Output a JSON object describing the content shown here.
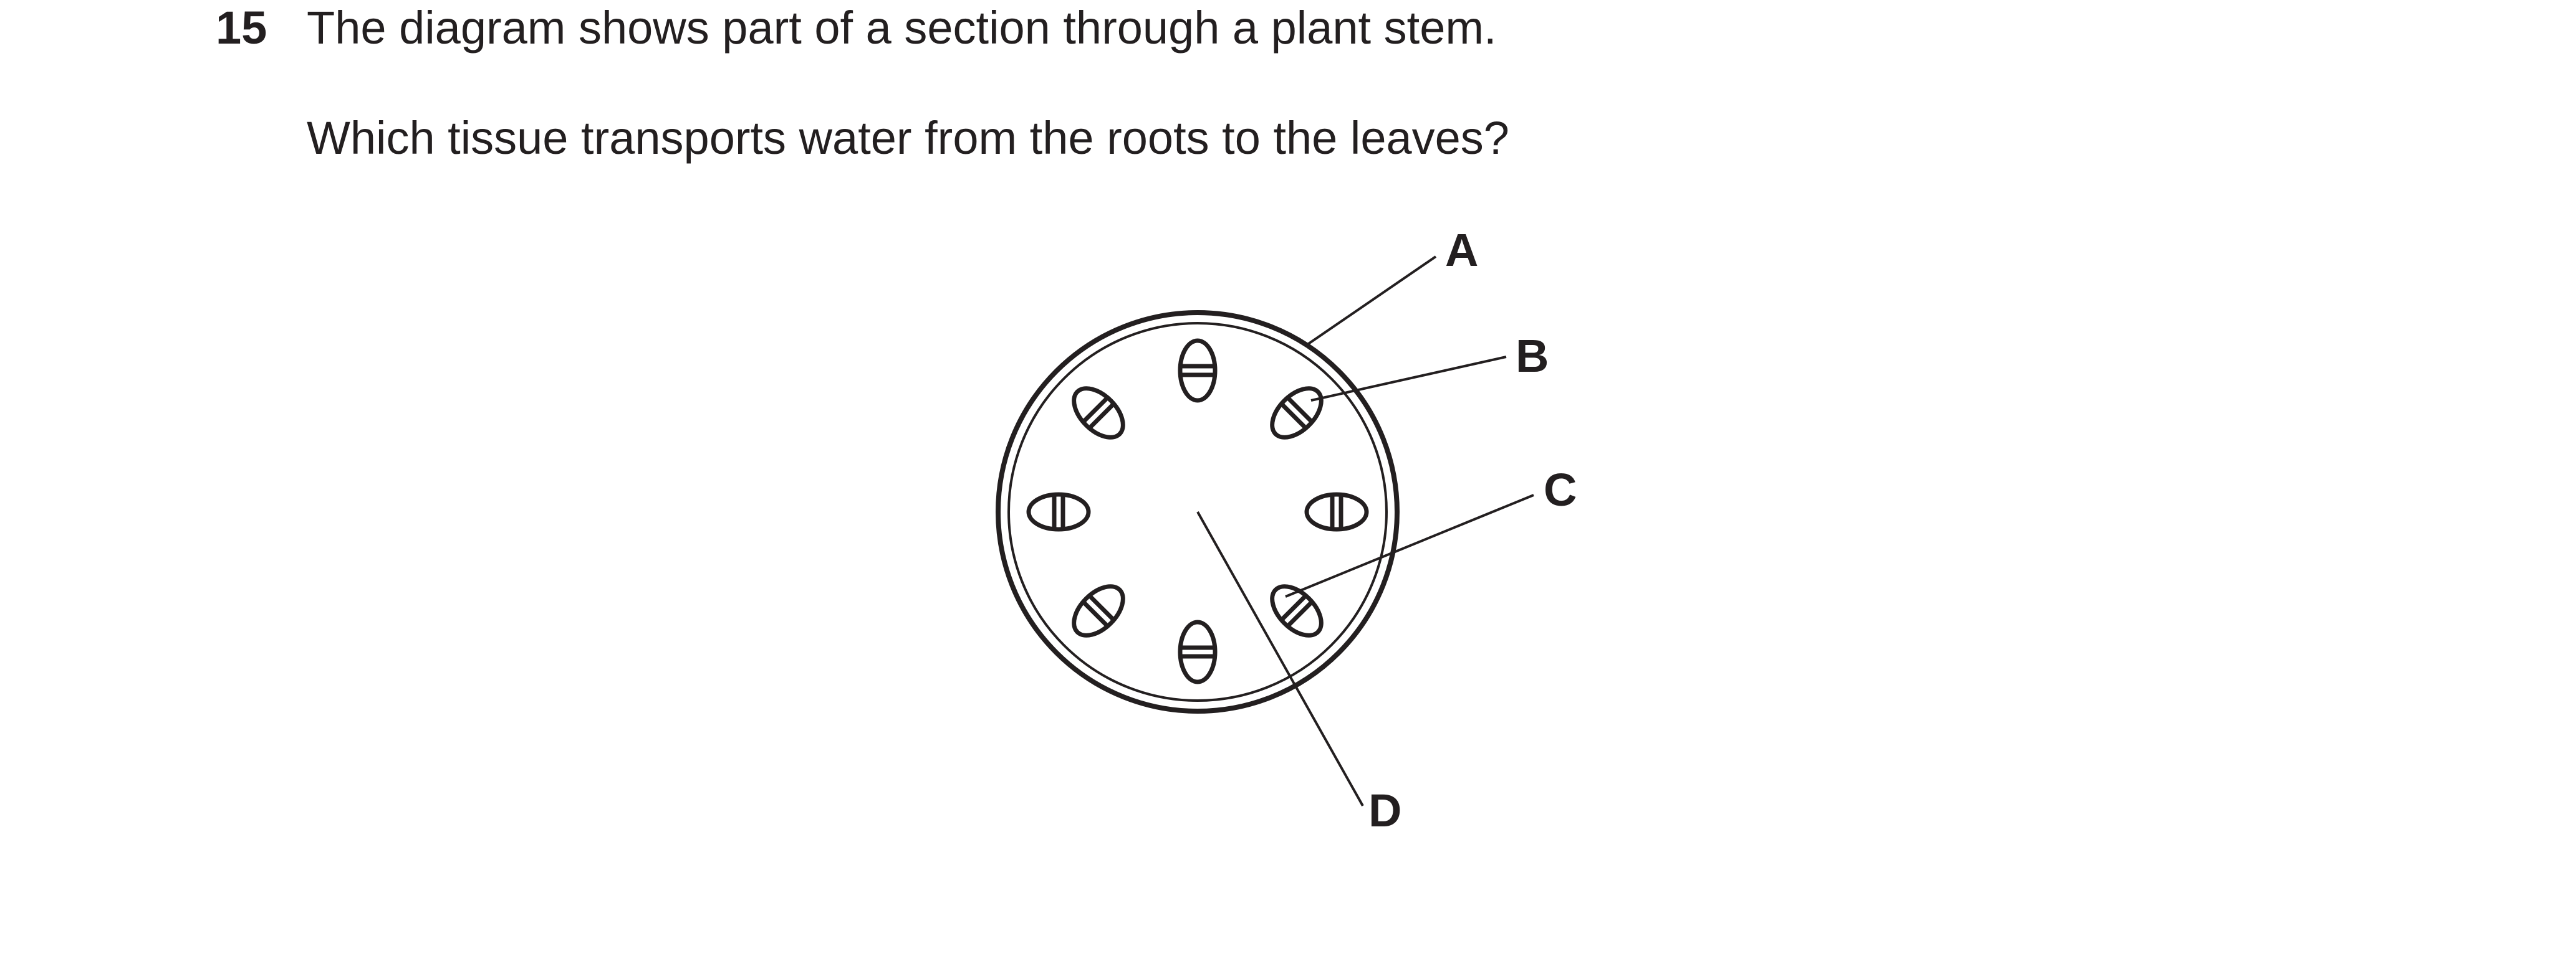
{
  "question": {
    "number": "15",
    "lines": [
      "The diagram shows part of a section through a plant stem.",
      "Which tissue transports water from the roots to the leaves?"
    ]
  },
  "diagram": {
    "labels": [
      "A",
      "B",
      "C",
      "D"
    ]
  }
}
